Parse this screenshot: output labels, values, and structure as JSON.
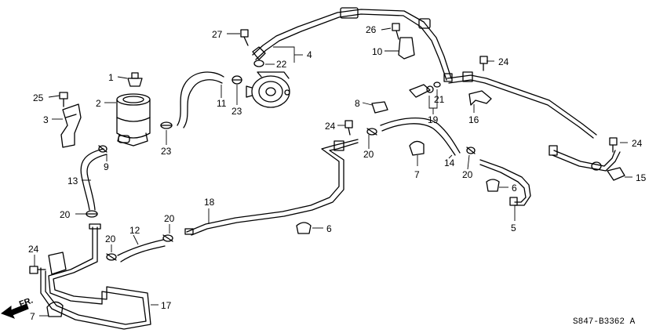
{
  "labels": {
    "l1": "1",
    "l2": "2",
    "l3": "3",
    "l4": "4",
    "l5": "5",
    "l6a": "6",
    "l6b": "6",
    "l7a": "7",
    "l7b": "7",
    "l8": "8",
    "l9": "9",
    "l10": "10",
    "l11": "11",
    "l12": "12",
    "l13": "13",
    "l14": "14",
    "l15": "15",
    "l16": "16",
    "l17": "17",
    "l18": "18",
    "l19": "19",
    "l20a": "20",
    "l20b": "20",
    "l20c": "20",
    "l20d": "20",
    "l20e": "20",
    "l21": "21",
    "l22": "22",
    "l23a": "23",
    "l23b": "23",
    "l24a": "24",
    "l24b": "24",
    "l24c": "24",
    "l24d": "24",
    "l25": "25",
    "l26": "26",
    "l27": "27"
  },
  "direction_label": "FR.",
  "diagram_code": "S847-B3362 A"
}
